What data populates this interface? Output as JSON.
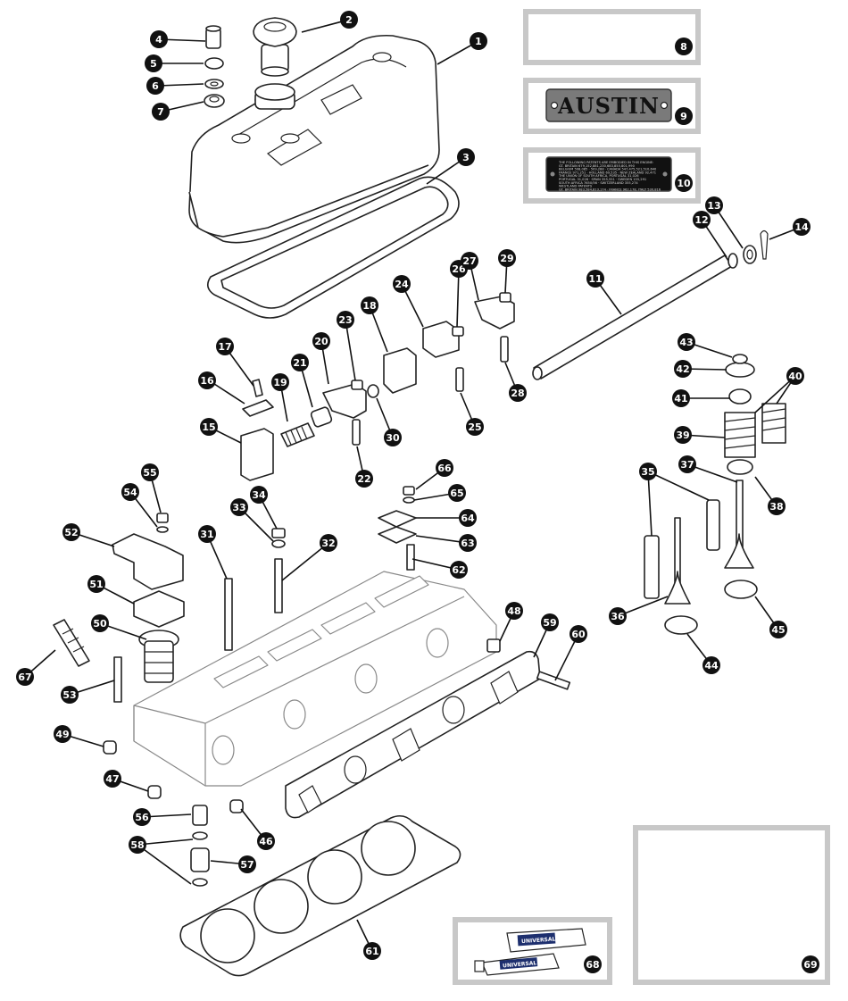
{
  "brand_plate": {
    "text": "AUSTIN"
  },
  "patent_plate": {
    "lines": [
      "THE FOLLOWING PATENTS ARE EMBODIED IN THIS ENGINE:",
      "GT. BRITAIN 679,152,881,230,683,855,801,990",
      "BELGIUM 508,085 · 509,288 · CANADA 547,475,521,510,640",
      "FRANCE 971,251 · HOLLAND 69,535 · NEW ZEALAND 92,471",
      "THE UNION OF SOUTH AFRICA, PORTUGAL 31,026",
      "PORTUGAL 31,026 · SPAIN 355,551 · SWEDEN 155,291",
      "SOUTH AFRICA 7650/56 · SWITZERLAND 355,274",
      "WESTLAND PATENTS",
      "GT. BRITAIN 983,584,813,174 · FRANCE 962,178, ITALY 530,816"
    ]
  },
  "tube_labels": {
    "tube_a": "UNIVERSAL BLUE",
    "tube_b": "UNIVERSAL BLUE"
  },
  "callouts": [
    "1",
    "2",
    "3",
    "4",
    "5",
    "6",
    "7",
    "8",
    "9",
    "10",
    "11",
    "12",
    "13",
    "14",
    "15",
    "16",
    "17",
    "18",
    "19",
    "20",
    "21",
    "22",
    "23",
    "24",
    "25",
    "26",
    "27",
    "28",
    "29",
    "30",
    "31",
    "32",
    "33",
    "34",
    "35",
    "36",
    "37",
    "38",
    "39",
    "40",
    "41",
    "42",
    "43",
    "44",
    "45",
    "46",
    "47",
    "48",
    "49",
    "50",
    "51",
    "52",
    "53",
    "54",
    "55",
    "56",
    "57",
    "58",
    "59",
    "60",
    "61",
    "62",
    "63",
    "64",
    "65",
    "66",
    "67",
    "68",
    "69"
  ]
}
